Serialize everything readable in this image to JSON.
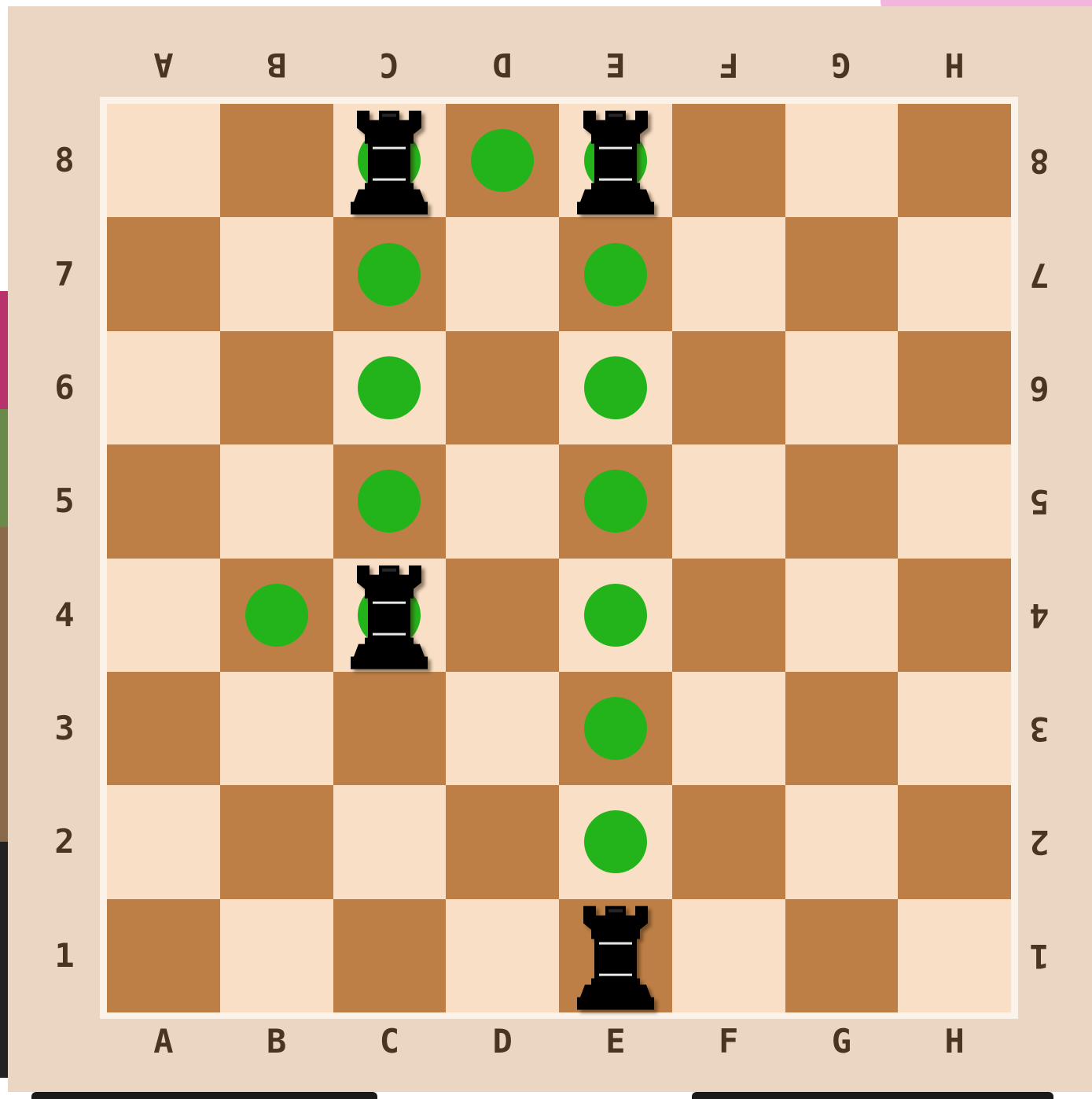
{
  "files_top": [
    "A",
    "B",
    "C",
    "D",
    "E",
    "F",
    "G",
    "H"
  ],
  "files_bottom": [
    "A",
    "B",
    "C",
    "D",
    "E",
    "F",
    "G",
    "H"
  ],
  "ranks_left": [
    "8",
    "7",
    "6",
    "5",
    "4",
    "3",
    "2",
    "1"
  ],
  "ranks_right": [
    "8",
    "7",
    "6",
    "5",
    "4",
    "3",
    "2",
    "1"
  ],
  "pieces": [
    {
      "type": "rook-icon",
      "color": "black",
      "square": "c8"
    },
    {
      "type": "rook-icon",
      "color": "black",
      "square": "e8"
    },
    {
      "type": "rook-icon",
      "color": "black",
      "square": "c4"
    },
    {
      "type": "rook-icon",
      "color": "black",
      "square": "e1"
    }
  ],
  "move_hints": [
    "c8",
    "d8",
    "e8",
    "c7",
    "e7",
    "c6",
    "e6",
    "c5",
    "e5",
    "b4",
    "c4",
    "e4",
    "e3",
    "e2"
  ],
  "colors": {
    "light_square": "#f8dfc6",
    "dark_square": "#bd7f45",
    "hint_dot": "#22b41a",
    "frame": "#ead6c2",
    "label": "#4a3520"
  }
}
